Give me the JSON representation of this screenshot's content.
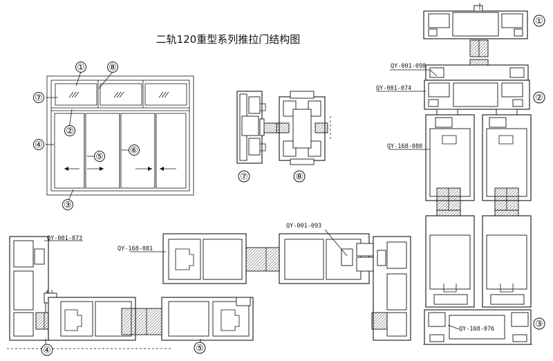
{
  "title": "二轨120重型系列推拉门结构图",
  "callouts": [
    "①",
    "②",
    "③",
    "④",
    "⑤",
    "⑥",
    "⑦",
    "⑧"
  ],
  "profile_codes": {
    "qy_001_098": "QY-001-098",
    "qy_001_074": "QY-001-074",
    "qy_168_080": "QY-168-080",
    "qy_001_073": "QY-001-073",
    "qy_168_081": "QY-168-081",
    "qy_001_093": "QY-001-093",
    "qy_168_076": "QY-168-076"
  },
  "small_mark": "4.5"
}
